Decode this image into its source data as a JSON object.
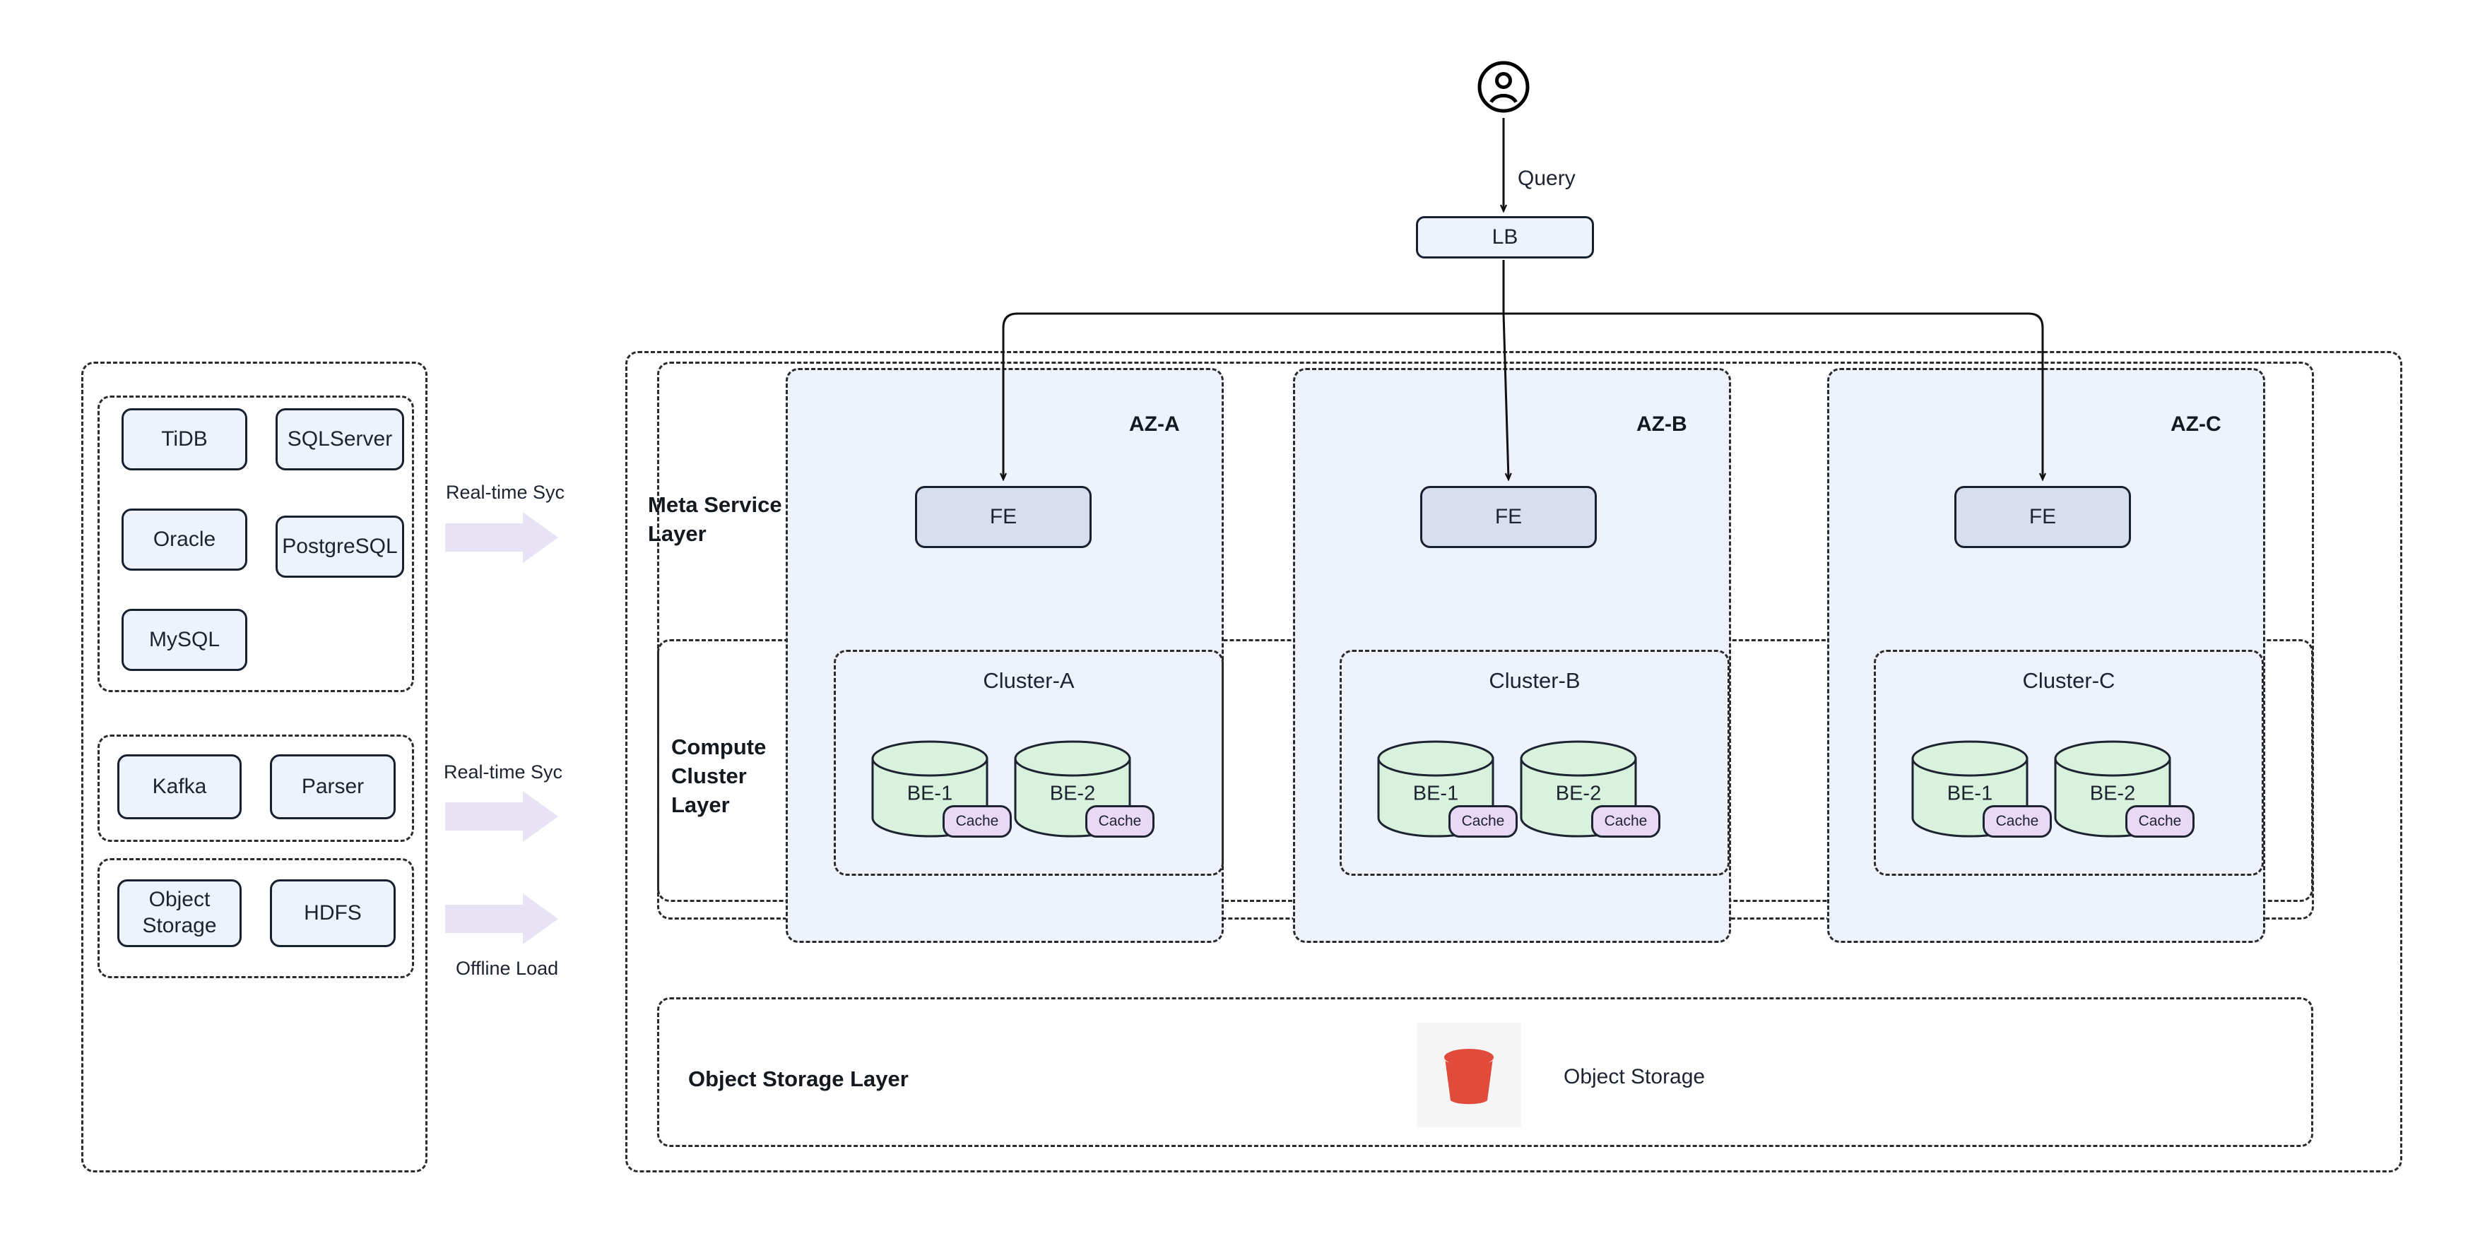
{
  "colors": {
    "node_fill": "#eef2fb",
    "az_fill": "#eef2fc",
    "fe_fill": "#d8ddf0",
    "be_fill": "#d9f2dd",
    "cache_fill": "#e9d9f7",
    "arrow_fill": "#e8e2f5",
    "bucket_red": "#e04b3c",
    "stroke": "#1d2330"
  },
  "client": {
    "avatar_icon": "user-avatar-icon",
    "query_label": "Query",
    "lb_label": "LB"
  },
  "sources": {
    "databases": [
      {
        "label": "TiDB"
      },
      {
        "label": "SQLServer"
      },
      {
        "label": "Oracle"
      },
      {
        "label": "PostgreSQL"
      },
      {
        "label": "MySQL"
      }
    ],
    "streaming": [
      {
        "label": "Kafka"
      },
      {
        "label": "Parser"
      }
    ],
    "batch": [
      {
        "label": "Object\nStorage",
        "line1": "Object",
        "line2": "Storage"
      },
      {
        "label": "HDFS"
      }
    ]
  },
  "ingest_arrows": [
    {
      "label": "Real-time Syc",
      "label_position": "above"
    },
    {
      "label": "Real-time Syc",
      "label_position": "above"
    },
    {
      "label": "Offline Load",
      "label_position": "below"
    }
  ],
  "layers": {
    "meta_service": {
      "title_line1": "Meta Service",
      "title_line2": "Layer"
    },
    "compute_cluster": {
      "title_line1": "Compute",
      "title_line2": "Cluster",
      "title_line3": "Layer"
    },
    "object_storage": {
      "title": "Object Storage Layer",
      "icon": "s3-bucket-icon",
      "icon_label": "Object Storage"
    }
  },
  "zones": [
    {
      "name": "AZ-A",
      "fe_label": "FE",
      "cluster_name": "Cluster-A",
      "backends": [
        {
          "label": "BE-1",
          "cache_label": "Cache"
        },
        {
          "label": "BE-2",
          "cache_label": "Cache"
        }
      ]
    },
    {
      "name": "AZ-B",
      "fe_label": "FE",
      "cluster_name": "Cluster-B",
      "backends": [
        {
          "label": "BE-1",
          "cache_label": "Cache"
        },
        {
          "label": "BE-2",
          "cache_label": "Cache"
        }
      ]
    },
    {
      "name": "AZ-C",
      "fe_label": "FE",
      "cluster_name": "Cluster-C",
      "backends": [
        {
          "label": "BE-1",
          "cache_label": "Cache"
        },
        {
          "label": "BE-2",
          "cache_label": "Cache"
        }
      ]
    }
  ]
}
